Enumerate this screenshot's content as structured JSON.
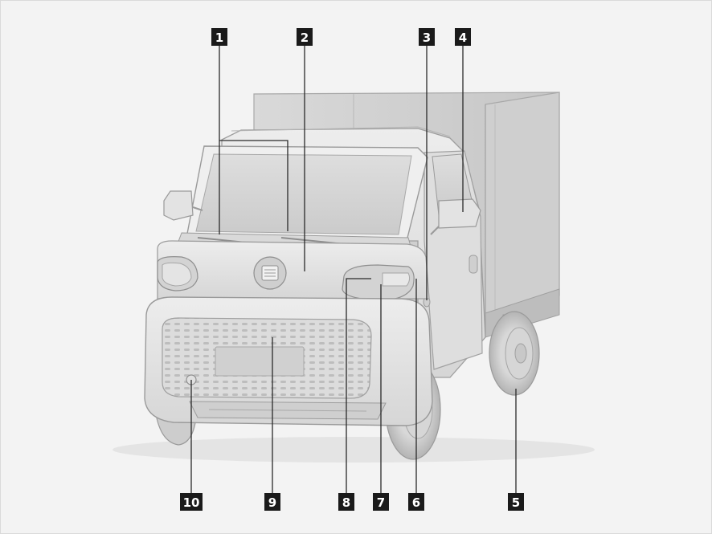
{
  "diagram": {
    "subject": "front view of electric mini truck with callouts",
    "callouts": [
      {
        "id": "1",
        "label": "1"
      },
      {
        "id": "2",
        "label": "2"
      },
      {
        "id": "3",
        "label": "3"
      },
      {
        "id": "4",
        "label": "4"
      },
      {
        "id": "5",
        "label": "5"
      },
      {
        "id": "6",
        "label": "6"
      },
      {
        "id": "7",
        "label": "7"
      },
      {
        "id": "8",
        "label": "8"
      },
      {
        "id": "9",
        "label": "9"
      },
      {
        "id": "10",
        "label": "10"
      }
    ]
  },
  "colors": {
    "background": "#f3f3f3",
    "body": "#e2e2e2",
    "body_shadow": "#c9c9c9",
    "outline": "#9e9e9e",
    "glass": "#d4d4d4",
    "callout_box": "#1a1a1a",
    "callout_text": "#ffffff"
  }
}
